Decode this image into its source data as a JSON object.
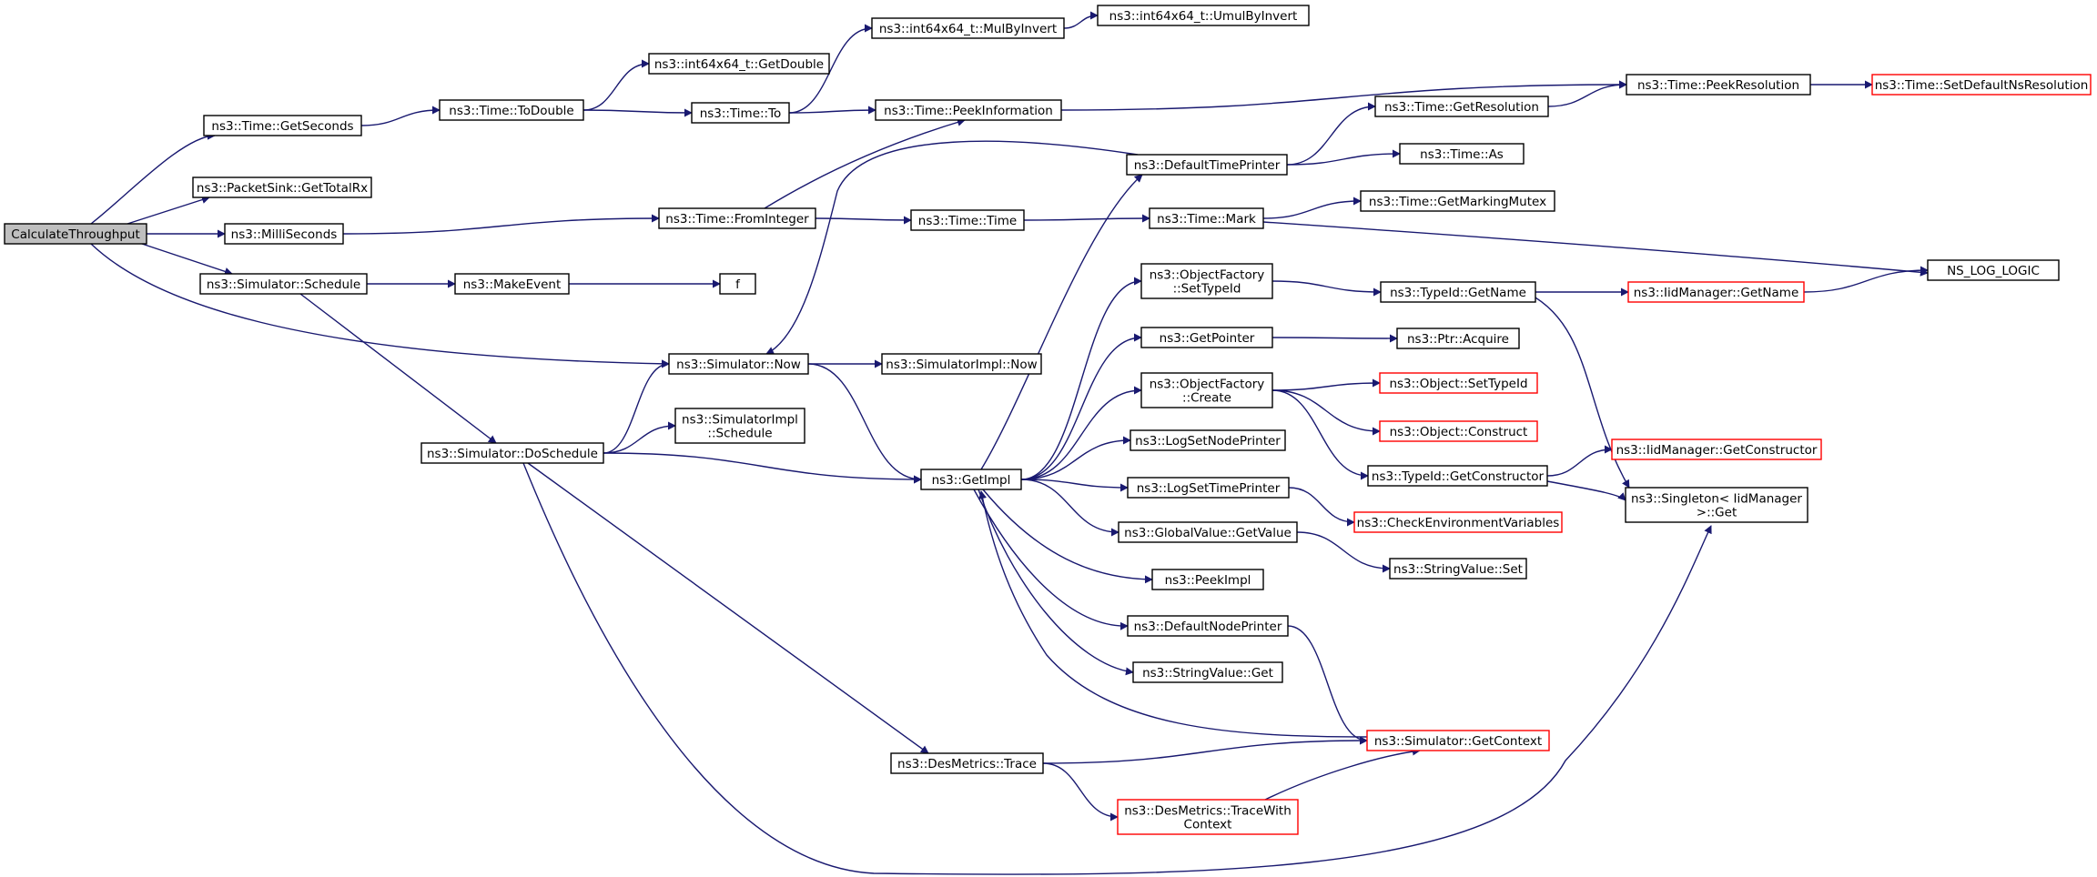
{
  "colors": {
    "edge": "#191970",
    "border": "#000000",
    "truncated_border": "#ff0000",
    "root_fill": "#bfbfbf"
  },
  "nodes": [
    {
      "id": "root",
      "label": [
        "CalculateThroughput"
      ],
      "root": true
    },
    {
      "id": "getSeconds",
      "label": [
        "ns3::Time::GetSeconds"
      ]
    },
    {
      "id": "getTotalRx",
      "label": [
        "ns3::PacketSink::GetTotalRx"
      ]
    },
    {
      "id": "milliSeconds",
      "label": [
        "ns3::MilliSeconds"
      ]
    },
    {
      "id": "schedule",
      "label": [
        "ns3::Simulator::Schedule"
      ]
    },
    {
      "id": "toDouble",
      "label": [
        "ns3::Time::ToDouble"
      ]
    },
    {
      "id": "fromInteger",
      "label": [
        "ns3::Time::FromInteger"
      ]
    },
    {
      "id": "makeEvent",
      "label": [
        "ns3::MakeEvent"
      ]
    },
    {
      "id": "doSchedule",
      "label": [
        "ns3::Simulator::DoSchedule"
      ]
    },
    {
      "id": "simNow",
      "label": [
        "ns3::Simulator::Now"
      ]
    },
    {
      "id": "getDouble",
      "label": [
        "ns3::int64x64_t::GetDouble"
      ]
    },
    {
      "id": "timeTo",
      "label": [
        "ns3::Time::To"
      ]
    },
    {
      "id": "timeTime",
      "label": [
        "ns3::Time::Time"
      ]
    },
    {
      "id": "f",
      "label": [
        "f"
      ]
    },
    {
      "id": "implNow",
      "label": [
        "ns3::SimulatorImpl::Now"
      ]
    },
    {
      "id": "implSchedule",
      "label": [
        "ns3::SimulatorImpl",
        "::Schedule"
      ]
    },
    {
      "id": "getImpl",
      "label": [
        "ns3::GetImpl"
      ]
    },
    {
      "id": "desTrace",
      "label": [
        "ns3::DesMetrics::Trace"
      ]
    },
    {
      "id": "mulByInvert",
      "label": [
        "ns3::int64x64_t::MulByInvert"
      ]
    },
    {
      "id": "umulByInvert",
      "label": [
        "ns3::int64x64_t::UmulByInvert"
      ]
    },
    {
      "id": "peekInfo",
      "label": [
        "ns3::Time::PeekInformation"
      ]
    },
    {
      "id": "defTimePrinter",
      "label": [
        "ns3::DefaultTimePrinter"
      ]
    },
    {
      "id": "timeMark",
      "label": [
        "ns3::Time::Mark"
      ]
    },
    {
      "id": "ofSetTypeId",
      "label": [
        "ns3::ObjectFactory",
        "::SetTypeId"
      ]
    },
    {
      "id": "getPointer",
      "label": [
        "ns3::GetPointer"
      ]
    },
    {
      "id": "ofCreate",
      "label": [
        "ns3::ObjectFactory",
        "::Create"
      ]
    },
    {
      "id": "logSetNode",
      "label": [
        "ns3::LogSetNodePrinter"
      ]
    },
    {
      "id": "logSetTime",
      "label": [
        "ns3::LogSetTimePrinter"
      ]
    },
    {
      "id": "gvGetValue",
      "label": [
        "ns3::GlobalValue::GetValue"
      ]
    },
    {
      "id": "peekImpl",
      "label": [
        "ns3::PeekImpl"
      ]
    },
    {
      "id": "defNodePrinter",
      "label": [
        "ns3::DefaultNodePrinter"
      ]
    },
    {
      "id": "svGet",
      "label": [
        "ns3::StringValue::Get"
      ]
    },
    {
      "id": "traceWithCtx",
      "label": [
        "ns3::DesMetrics::TraceWith",
        "Context"
      ],
      "red": true
    },
    {
      "id": "getResolution",
      "label": [
        "ns3::Time::GetResolution"
      ]
    },
    {
      "id": "timeAs",
      "label": [
        "ns3::Time::As"
      ]
    },
    {
      "id": "getMarkingMutex",
      "label": [
        "ns3::Time::GetMarkingMutex"
      ]
    },
    {
      "id": "tidGetName",
      "label": [
        "ns3::TypeId::GetName"
      ]
    },
    {
      "id": "ptrAcquire",
      "label": [
        "ns3::Ptr::Acquire"
      ]
    },
    {
      "id": "objSetTypeId",
      "label": [
        "ns3::Object::SetTypeId"
      ],
      "red": true
    },
    {
      "id": "objConstruct",
      "label": [
        "ns3::Object::Construct"
      ],
      "red": true
    },
    {
      "id": "tidGetCtor",
      "label": [
        "ns3::TypeId::GetConstructor"
      ]
    },
    {
      "id": "checkEnv",
      "label": [
        "ns3::CheckEnvironmentVariables"
      ],
      "red": true
    },
    {
      "id": "svSet",
      "label": [
        "ns3::StringValue::Set"
      ]
    },
    {
      "id": "getContext",
      "label": [
        "ns3::Simulator::GetContext"
      ],
      "red": true
    },
    {
      "id": "peekResolution",
      "label": [
        "ns3::Time::PeekResolution"
      ]
    },
    {
      "id": "iidGetName",
      "label": [
        "ns3::IidManager::GetName"
      ],
      "red": true
    },
    {
      "id": "iidGetCtor",
      "label": [
        "ns3::IidManager::GetConstructor"
      ],
      "red": true
    },
    {
      "id": "singletonGet",
      "label": [
        "ns3::Singleton< IidManager",
        " >::Get"
      ]
    },
    {
      "id": "setDefaultNs",
      "label": [
        "ns3::Time::SetDefaultNsResolution"
      ],
      "red": true
    },
    {
      "id": "nsLogLogic",
      "label": [
        "NS_LOG_LOGIC"
      ]
    }
  ],
  "edges": [
    [
      "root",
      "getSeconds"
    ],
    [
      "root",
      "getTotalRx"
    ],
    [
      "root",
      "milliSeconds"
    ],
    [
      "root",
      "schedule"
    ],
    [
      "root",
      "simNow"
    ],
    [
      "getSeconds",
      "toDouble"
    ],
    [
      "toDouble",
      "getDouble"
    ],
    [
      "toDouble",
      "timeTo"
    ],
    [
      "timeTo",
      "mulByInvert"
    ],
    [
      "timeTo",
      "peekInfo"
    ],
    [
      "mulByInvert",
      "umulByInvert"
    ],
    [
      "peekInfo",
      "peekResolution"
    ],
    [
      "peekResolution",
      "setDefaultNs"
    ],
    [
      "milliSeconds",
      "fromInteger"
    ],
    [
      "fromInteger",
      "peekInfo"
    ],
    [
      "fromInteger",
      "timeTime"
    ],
    [
      "timeTime",
      "timeMark"
    ],
    [
      "timeMark",
      "getMarkingMutex"
    ],
    [
      "timeMark",
      "nsLogLogic"
    ],
    [
      "schedule",
      "makeEvent"
    ],
    [
      "makeEvent",
      "f"
    ],
    [
      "schedule",
      "doSchedule"
    ],
    [
      "doSchedule",
      "simNow"
    ],
    [
      "doSchedule",
      "implSchedule"
    ],
    [
      "doSchedule",
      "getImpl"
    ],
    [
      "doSchedule",
      "desTrace"
    ],
    [
      "doSchedule",
      "singletonGet"
    ],
    [
      "simNow",
      "implNow"
    ],
    [
      "simNow",
      "getImpl"
    ],
    [
      "defTimePrinter",
      "simNow"
    ],
    [
      "defTimePrinter",
      "getResolution"
    ],
    [
      "defTimePrinter",
      "timeAs"
    ],
    [
      "getResolution",
      "peekResolution"
    ],
    [
      "getImpl",
      "defTimePrinter"
    ],
    [
      "getImpl",
      "ofSetTypeId"
    ],
    [
      "getImpl",
      "getPointer"
    ],
    [
      "getImpl",
      "ofCreate"
    ],
    [
      "getImpl",
      "logSetNode"
    ],
    [
      "getImpl",
      "logSetTime"
    ],
    [
      "getImpl",
      "gvGetValue"
    ],
    [
      "getImpl",
      "peekImpl"
    ],
    [
      "getImpl",
      "defNodePrinter"
    ],
    [
      "getImpl",
      "svGet"
    ],
    [
      "ofSetTypeId",
      "tidGetName"
    ],
    [
      "tidGetName",
      "iidGetName"
    ],
    [
      "tidGetName",
      "singletonGet"
    ],
    [
      "iidGetName",
      "nsLogLogic"
    ],
    [
      "getPointer",
      "ptrAcquire"
    ],
    [
      "ofCreate",
      "objSetTypeId"
    ],
    [
      "ofCreate",
      "objConstruct"
    ],
    [
      "ofCreate",
      "tidGetCtor"
    ],
    [
      "tidGetCtor",
      "iidGetCtor"
    ],
    [
      "tidGetCtor",
      "singletonGet"
    ],
    [
      "logSetTime",
      "checkEnv"
    ],
    [
      "gvGetValue",
      "svSet"
    ],
    [
      "defNodePrinter",
      "getContext"
    ],
    [
      "getContext",
      "getImpl"
    ],
    [
      "desTrace",
      "getContext"
    ],
    [
      "desTrace",
      "traceWithCtx"
    ],
    [
      "traceWithCtx",
      "getContext"
    ]
  ]
}
